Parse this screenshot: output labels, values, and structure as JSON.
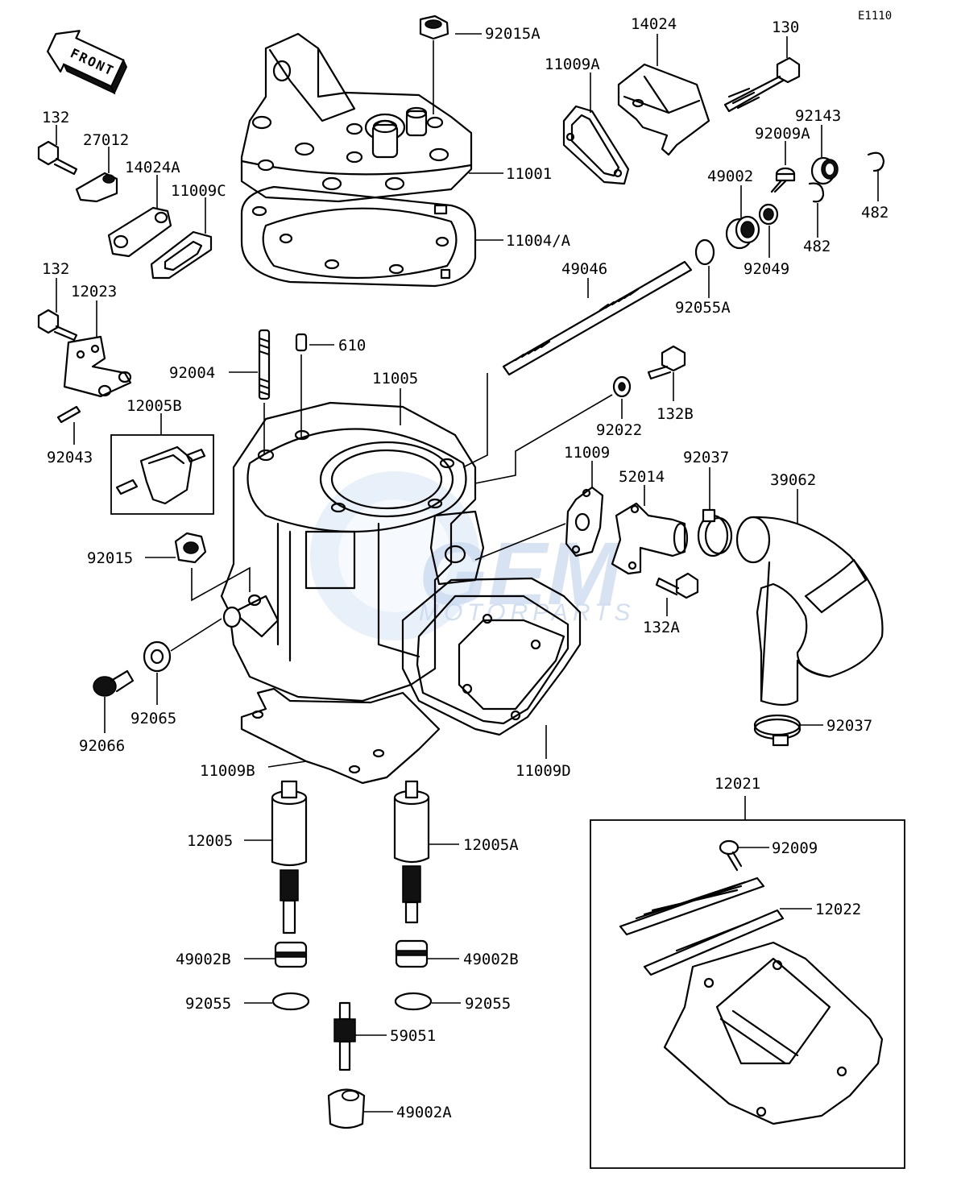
{
  "diagram_id": "E1110",
  "front_label": "FRONT",
  "watermark": {
    "brand": "GEM",
    "sub": "MOTORPARTS"
  },
  "callouts": {
    "p92015A": "92015A",
    "p14024": "14024",
    "p130": "130",
    "p11009A": "11009A",
    "p92143": "92143",
    "p92009A": "92009A",
    "p132_top": "132",
    "p27012": "27012",
    "p14024A": "14024A",
    "p11009C": "11009C",
    "p11001": "11001",
    "p49002": "49002",
    "p482_a": "482",
    "p482_b": "482",
    "p11004A": "11004/A",
    "p92049": "92049",
    "p132_mid": "132",
    "p12023": "12023",
    "p49046": "49046",
    "p92055A": "92055A",
    "p610": "610",
    "p92004": "92004",
    "p11005": "11005",
    "p132B": "132B",
    "p12005B": "12005B",
    "p92022": "92022",
    "p92043": "92043",
    "p11009": "11009",
    "p92037_top": "92037",
    "p52014": "52014",
    "p39062": "39062",
    "p92015": "92015",
    "p132A": "132A",
    "p92065": "92065",
    "p92066": "92066",
    "p92037_bot": "92037",
    "p11009B": "11009B",
    "p11009D": "11009D",
    "p12021": "12021",
    "p12005": "12005",
    "p12005A": "12005A",
    "p92009": "92009",
    "p12022": "12022",
    "p49002B_l": "49002B",
    "p49002B_r": "49002B",
    "p92055_l": "92055",
    "p92055_r": "92055",
    "p59051": "59051",
    "p49002A": "49002A"
  }
}
